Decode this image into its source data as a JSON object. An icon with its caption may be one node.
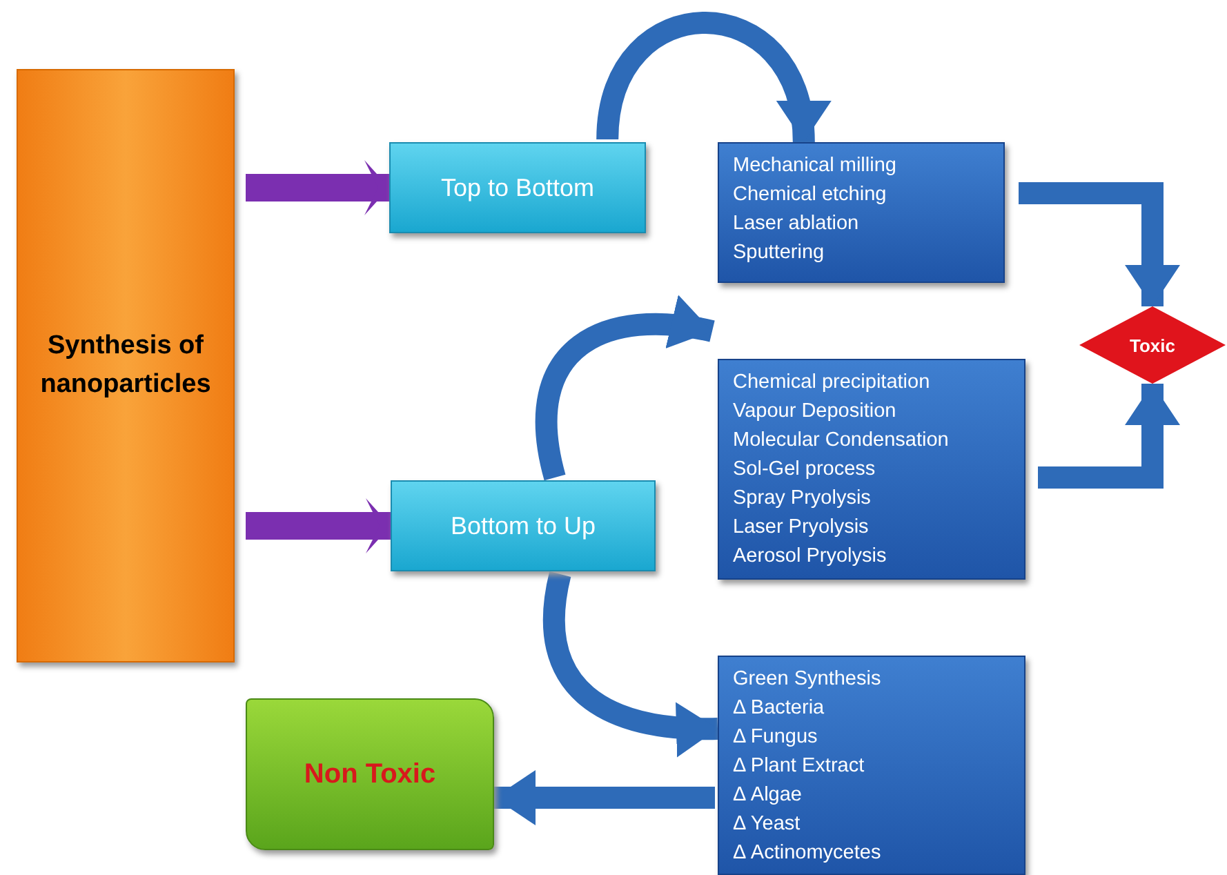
{
  "diagram": {
    "nodes": [
      {
        "text": [
          "Synthesis of nanoparticles"
        ]
      },
      {
        "text": [
          "Top to Bottom"
        ]
      },
      {
        "text": [
          "Bottom to Up"
        ]
      },
      {
        "text": [
          "Mechanical milling",
          "Chemical etching",
          "Laser ablation",
          "Sputtering"
        ]
      },
      {
        "text": [
          "Chemical precipitation",
          "Vapour Deposition",
          "Molecular Condensation",
          "Sol-Gel process",
          "Spray Pryolysis",
          "Laser Pryolysis",
          "Aerosol Pryolysis"
        ]
      },
      {
        "text": [
          "Toxic"
        ]
      },
      {
        "text": [
          "Green Synthesis",
          "Δ  Bacteria",
          "Δ  Fungus",
          "Δ  Plant Extract",
          "Δ  Algae",
          "Δ  Yeast",
          "Δ  Actinomycetes"
        ]
      },
      {
        "text": [
          "Non Toxic"
        ]
      }
    ],
    "edges": [
      {
        "from": 0,
        "to": 1,
        "arrow": "to",
        "color": "#7b2fb0"
      },
      {
        "from": 0,
        "to": 2,
        "arrow": "to",
        "color": "#7b2fb0"
      },
      {
        "from": 1,
        "to": 3,
        "arrow": "to"
      },
      {
        "from": 2,
        "to": 4,
        "arrow": "to"
      },
      {
        "from": 2,
        "to": 6,
        "arrow": "to"
      },
      {
        "from": 3,
        "to": 5,
        "arrow": "to"
      },
      {
        "from": 4,
        "to": 5,
        "arrow": "to"
      },
      {
        "from": 6,
        "to": 7,
        "arrow": "to"
      }
    ]
  }
}
